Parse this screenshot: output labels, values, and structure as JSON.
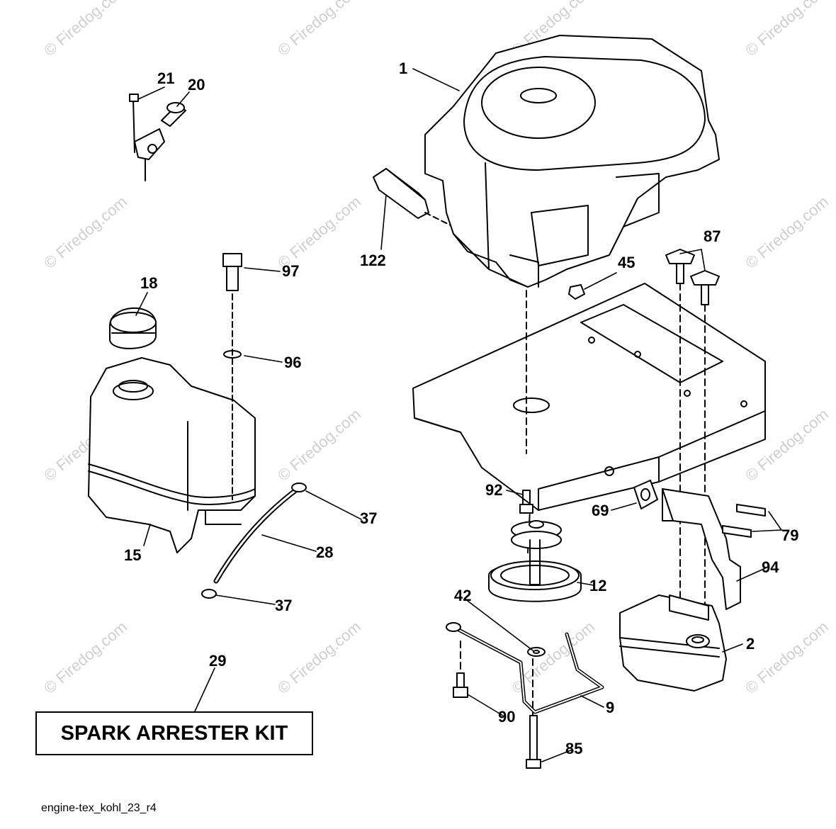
{
  "watermark": "© Firedog.com",
  "callouts": {
    "c1": "1",
    "c2": "2",
    "c9": "9",
    "c12": "12",
    "c15": "15",
    "c18": "18",
    "c20": "20",
    "c21": "21",
    "c28": "28",
    "c29": "29",
    "c37a": "37",
    "c37b": "37",
    "c42": "42",
    "c45": "45",
    "c69": "69",
    "c79": "79",
    "c85": "85",
    "c87": "87",
    "c90": "90",
    "c92": "92",
    "c94": "94",
    "c96": "96",
    "c97": "97",
    "c122": "122"
  },
  "kit_label": "SPARK ARRESTER KIT",
  "file_label": "engine-tex_kohl_23_r4"
}
